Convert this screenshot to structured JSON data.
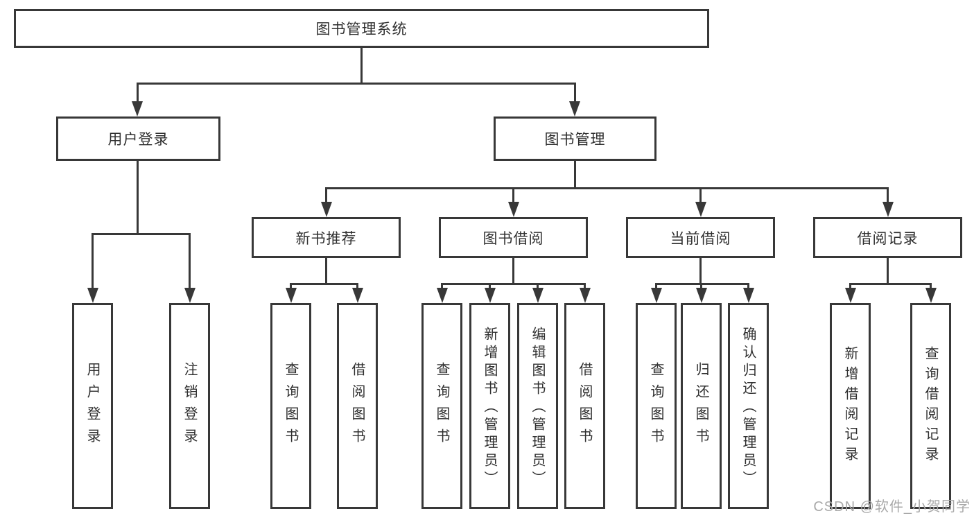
{
  "colors": {
    "line": "#383838",
    "text": "#2f2f2f",
    "watermark": "#a9a9a9",
    "bg": "#ffffff"
  },
  "watermark": "CSDN @软件_小贺同学",
  "tree": {
    "root": "图书管理系统",
    "branches": [
      {
        "label": "用户登录",
        "leaves": [
          "用户登录",
          "注销登录"
        ]
      },
      {
        "label": "图书管理",
        "groups": [
          {
            "label": "新书推荐",
            "leaves": [
              "查询图书",
              "借阅图书"
            ]
          },
          {
            "label": "图书借阅",
            "leaves": [
              "查询图书",
              "新增图书（管理员）",
              "编辑图书（管理员）",
              "借阅图书"
            ]
          },
          {
            "label": "当前借阅",
            "leaves": [
              "查询图书",
              "归还图书",
              "确认归还（管理员）"
            ]
          },
          {
            "label": "借阅记录",
            "leaves": [
              "新增借阅记录",
              "查询借阅记录"
            ]
          }
        ]
      }
    ]
  }
}
